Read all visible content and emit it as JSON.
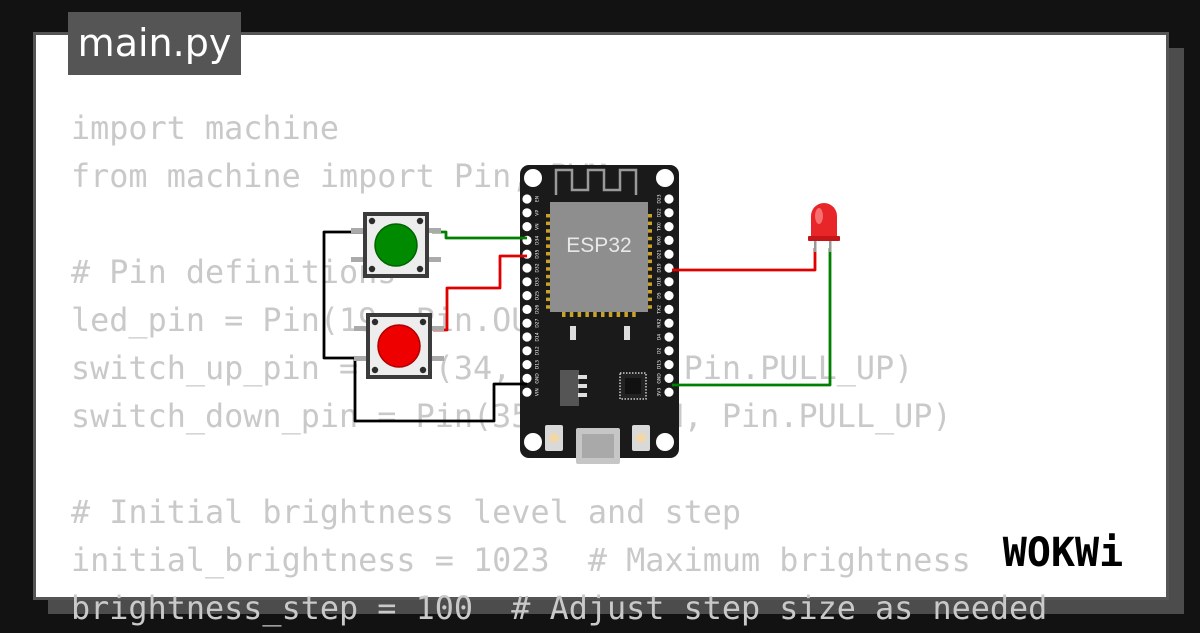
{
  "file_tab": {
    "label": "main.py"
  },
  "code": {
    "lines": [
      "import machine",
      "from machine import Pin, PWM",
      "",
      "# Pin definitions",
      "led_pin = Pin(19, Pin.OUT)",
      "switch_up_pin = Pin(34, Pin.IN, Pin.PULL_UP)",
      "switch_down_pin = Pin(35, Pin.IN, Pin.PULL_UP)",
      "",
      "# Initial brightness level and step",
      "initial_brightness = 1023  # Maximum brightness",
      "brightness_step = 100  # Adjust step size as needed"
    ]
  },
  "board": {
    "chip_label": "ESP32",
    "left_pins": [
      "EN",
      "VP",
      "VN",
      "D34",
      "D35",
      "D32",
      "D33",
      "D25",
      "D26",
      "D27",
      "D14",
      "D12",
      "D13",
      "GND",
      "VIN"
    ],
    "right_pins": [
      "D23",
      "D22",
      "TX0",
      "RX0",
      "D21",
      "D19",
      "D18",
      "D5",
      "TX2",
      "RX2",
      "D4",
      "D2",
      "D15",
      "GND",
      "3V3"
    ]
  },
  "colors": {
    "background": "#121212",
    "card": "#ffffff",
    "code_text": "#c9c9c9",
    "tab": "#555555",
    "board": "#1a1a1a",
    "green_wire": "#008000",
    "red_wire": "#e00000",
    "black_wire": "#000000",
    "led": "#e8262a",
    "button_up": "#008a00",
    "button_down": "#ee0000"
  },
  "brand": {
    "logo_text": "WOKWi"
  }
}
